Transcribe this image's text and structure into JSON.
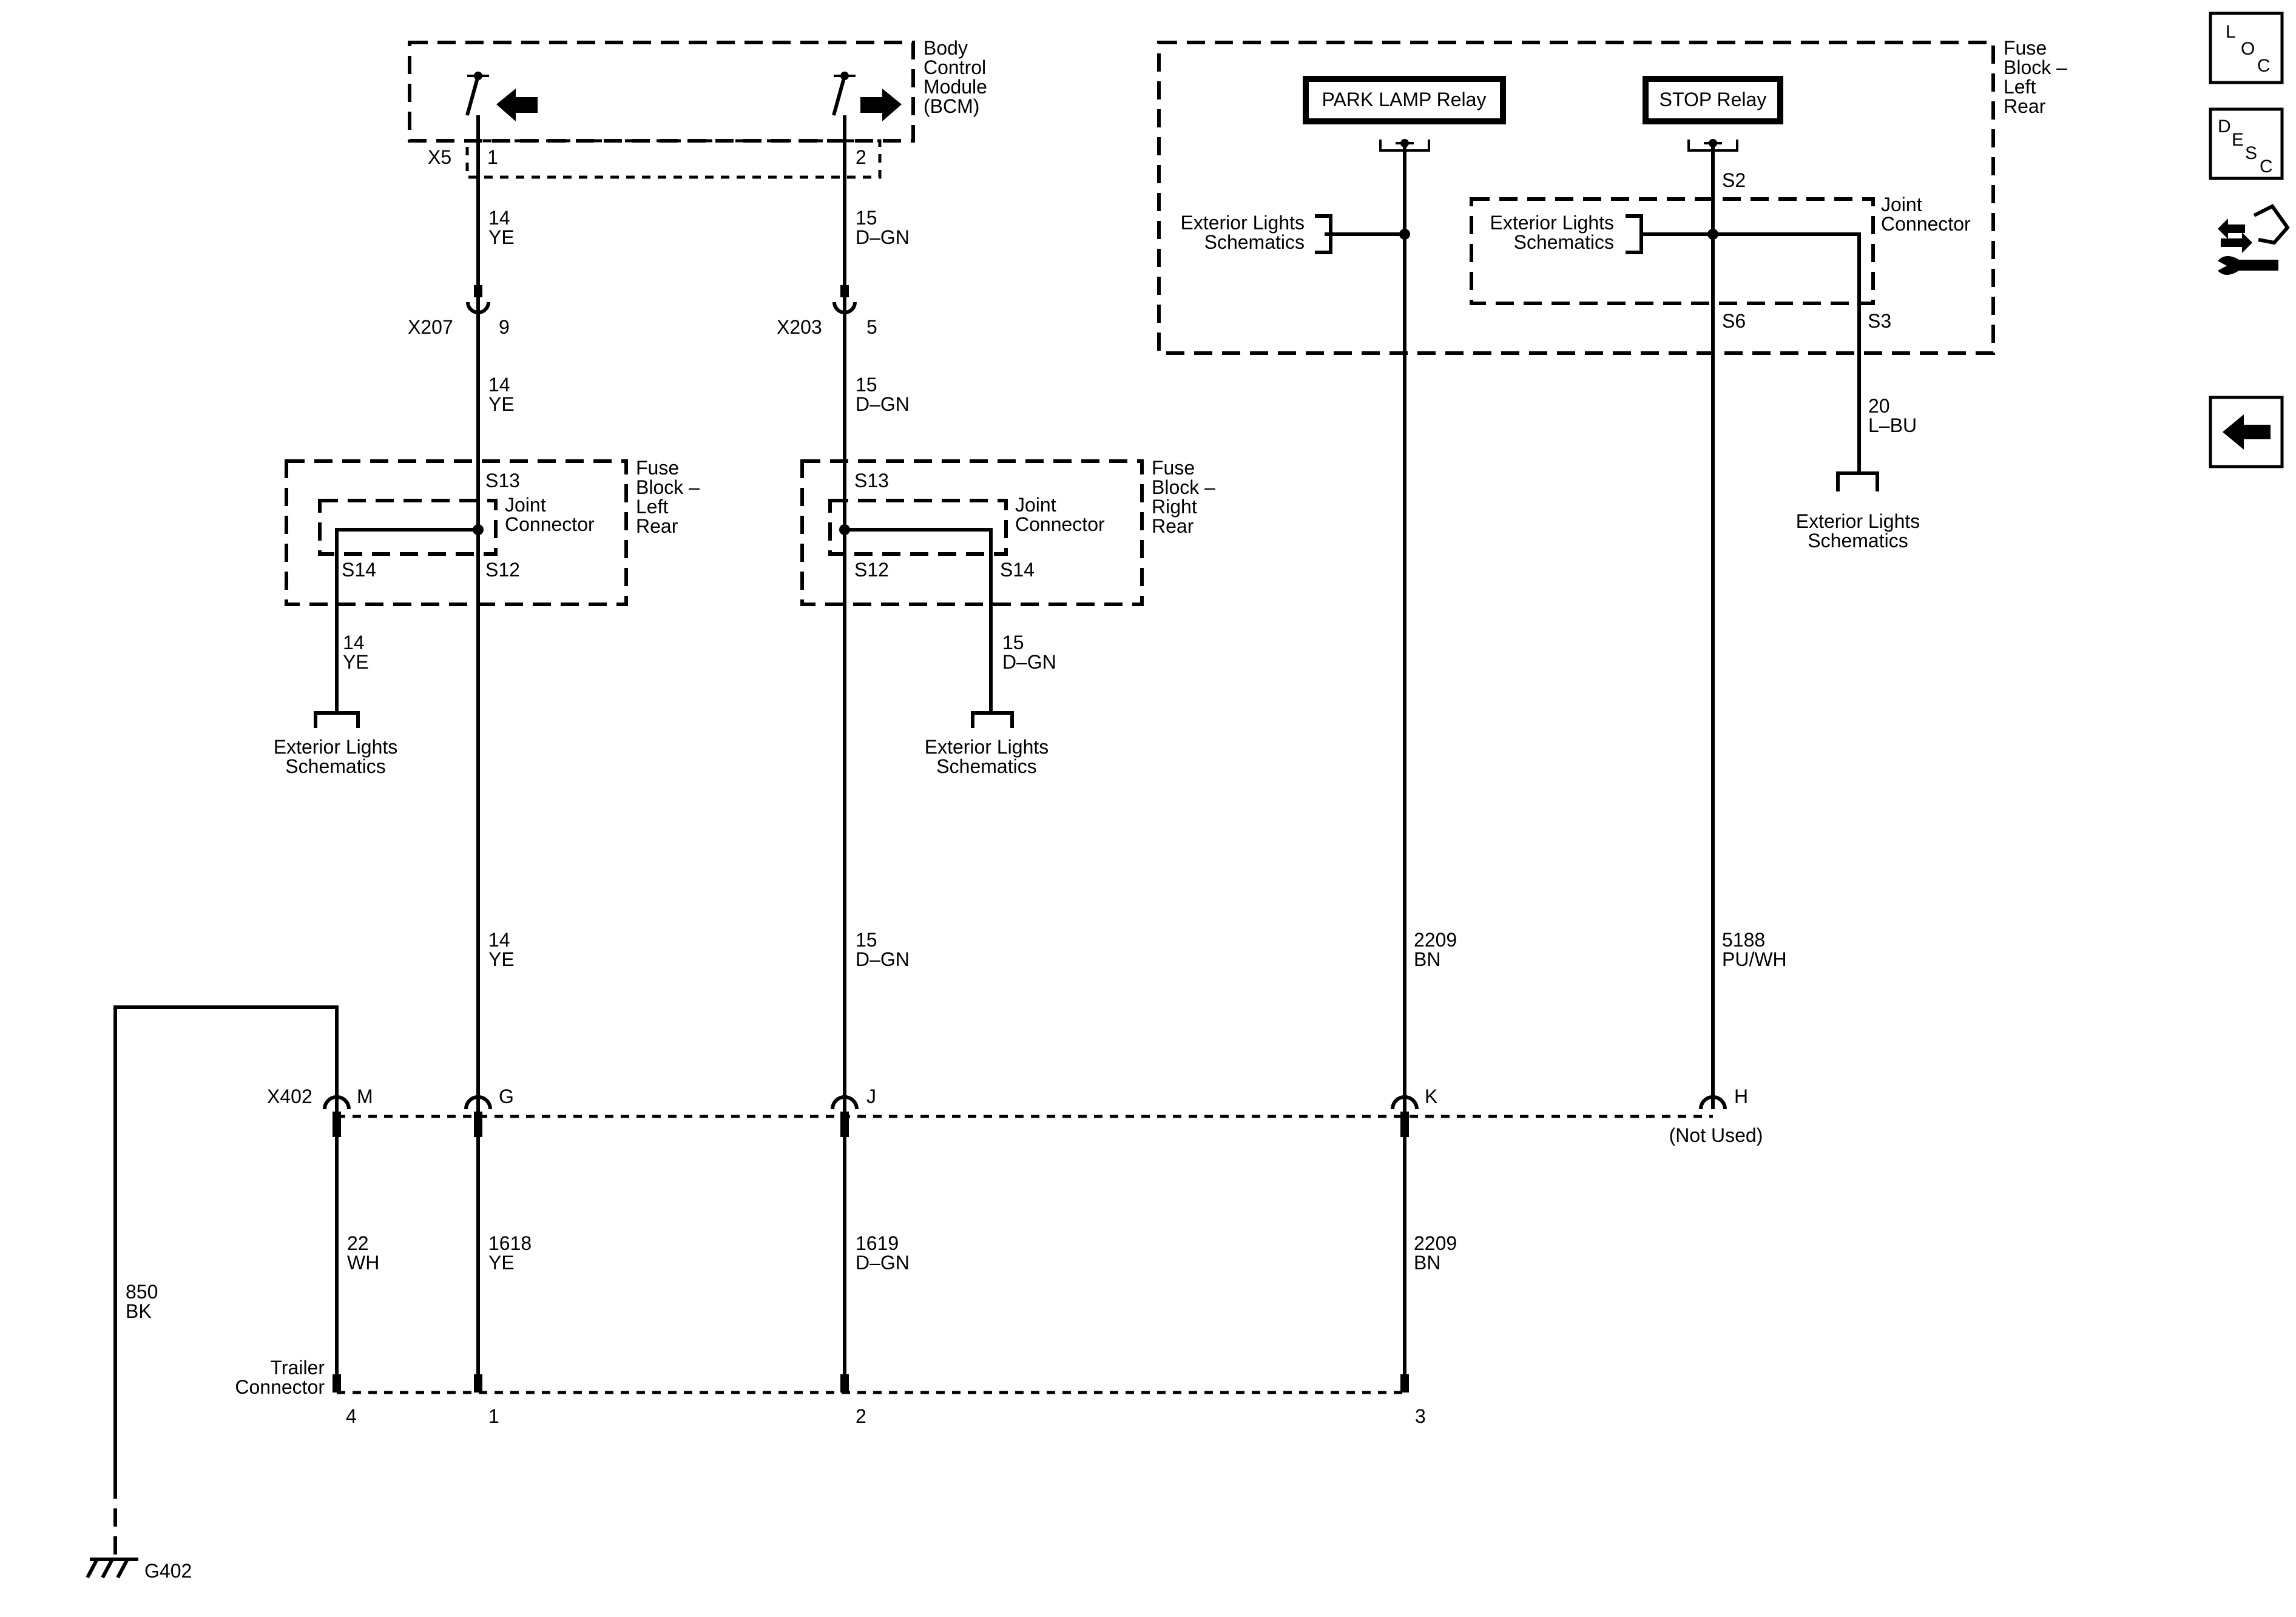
{
  "components": {
    "bcm": "Body\nControl\nModule\n(BCM)",
    "fuse_block_left_top": "Fuse\nBlock –\nLeft\nRear",
    "fuse_block_left_mid": "Fuse\nBlock –\nLeft\nRear",
    "fuse_block_right_mid": "Fuse\nBlock –\nRight\nRear",
    "joint_connector": "Joint\nConnector",
    "park_lamp_relay": "PARK LAMP Relay",
    "stop_relay": "STOP Relay",
    "exterior_lights": "Exterior Lights\nSchematics",
    "trailer_connector": "Trailer\nConnector",
    "not_used": "(Not Used)",
    "ground": "G402"
  },
  "connectors": {
    "x5": "X5",
    "x207": "X207",
    "x203": "X203",
    "x402": "X402"
  },
  "pins": {
    "x5_1": "1",
    "x5_2": "2",
    "x207_9": "9",
    "x203_5": "5",
    "s13_left": "S13",
    "s14_left": "S14",
    "s12_left": "S12",
    "s13_right": "S13",
    "s12_right": "S12",
    "s14_right": "S14",
    "s2": "S2",
    "s6": "S6",
    "s3": "S3",
    "x402_m": "M",
    "x402_g": "G",
    "x402_j": "J",
    "x402_k": "K",
    "x402_h": "H",
    "tc_4": "4",
    "tc_1": "1",
    "tc_2": "2",
    "tc_3": "3"
  },
  "wires": {
    "w1": "14\nYE",
    "w2": "15\nD–GN",
    "w3": "14\nYE",
    "w4": "15\nD–GN",
    "w5": "14\nYE",
    "w6": "15\nD–GN",
    "w7": "14\nYE",
    "w8": "15\nD–GN",
    "w9": "2209\nBN",
    "w10": "5188\nPU/WH",
    "w11": "20\nL–BU",
    "w12": "22\nWH",
    "w13": "1618\nYE",
    "w14": "1619\nD–GN",
    "w15": "2209\nBN",
    "w16": "850\nBK"
  },
  "nav_icons": {
    "loc": [
      "L",
      "O",
      "C"
    ],
    "desc": [
      "D",
      "E",
      "S",
      "C"
    ],
    "connector": "connector-wrench-icon",
    "back": "back-arrow-icon"
  }
}
